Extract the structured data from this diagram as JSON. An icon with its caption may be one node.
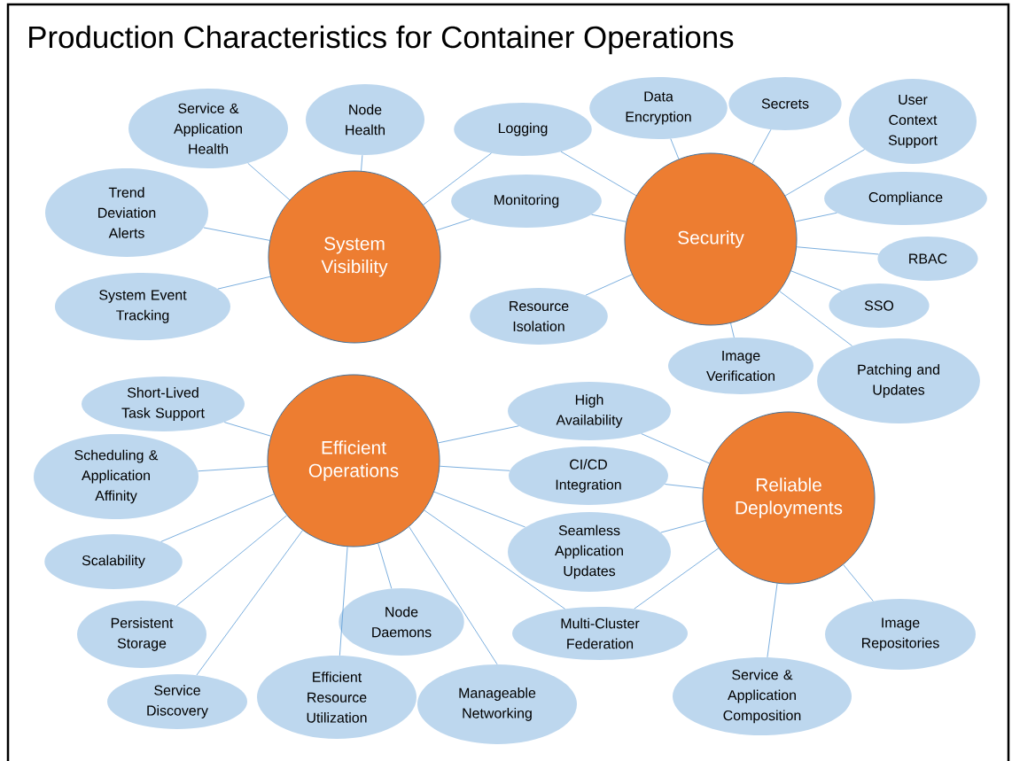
{
  "diagram": {
    "title": "Production Characteristics for Container Operations",
    "nodes": [
      {
        "text": [
          "System Visibility"
        ]
      },
      {
        "text": [
          "Service & Application Health"
        ]
      },
      {
        "text": [
          "Node Health"
        ]
      },
      {
        "text": [
          "Trend Deviation Alerts"
        ]
      },
      {
        "text": [
          "System Event Tracking"
        ]
      },
      {
        "text": [
          "Logging"
        ]
      },
      {
        "text": [
          "Monitoring"
        ]
      },
      {
        "text": [
          "Security"
        ]
      },
      {
        "text": [
          "Data Encryption"
        ]
      },
      {
        "text": [
          "Secrets"
        ]
      },
      {
        "text": [
          "User Context Support"
        ]
      },
      {
        "text": [
          "Compliance"
        ]
      },
      {
        "text": [
          "RBAC"
        ]
      },
      {
        "text": [
          "SSO"
        ]
      },
      {
        "text": [
          "Resource Isolation"
        ]
      },
      {
        "text": [
          "Image Verification"
        ]
      },
      {
        "text": [
          "Patching and Updates"
        ]
      },
      {
        "text": [
          "Efficient Operations"
        ]
      },
      {
        "text": [
          "Short-Lived Task Support"
        ]
      },
      {
        "text": [
          "Scheduling & Application Affinity"
        ]
      },
      {
        "text": [
          "Scalability"
        ]
      },
      {
        "text": [
          "Persistent Storage"
        ]
      },
      {
        "text": [
          "Service Discovery"
        ]
      },
      {
        "text": [
          "Efficient Resource Utilization"
        ]
      },
      {
        "text": [
          "Node Daemons"
        ]
      },
      {
        "text": [
          "Manageable Networking"
        ]
      },
      {
        "text": [
          "High Availability"
        ]
      },
      {
        "text": [
          "CI/CD Integration"
        ]
      },
      {
        "text": [
          "Seamless Application Updates"
        ]
      },
      {
        "text": [
          "Multi-Cluster Federation"
        ]
      },
      {
        "text": [
          "Reliable Deployments"
        ]
      },
      {
        "text": [
          "Service & Application Composition"
        ]
      },
      {
        "text": [
          "Image Repositories"
        ]
      }
    ],
    "edges": [
      {
        "from": 0,
        "to": 1,
        "arrow": "none"
      },
      {
        "from": 0,
        "to": 2,
        "arrow": "none"
      },
      {
        "from": 0,
        "to": 3,
        "arrow": "none"
      },
      {
        "from": 0,
        "to": 4,
        "arrow": "none"
      },
      {
        "from": 0,
        "to": 5,
        "arrow": "none"
      },
      {
        "from": 0,
        "to": 6,
        "arrow": "none"
      },
      {
        "from": 5,
        "to": 7,
        "arrow": "none"
      },
      {
        "from": 6,
        "to": 7,
        "arrow": "none"
      },
      {
        "from": 7,
        "to": 8,
        "arrow": "none"
      },
      {
        "from": 7,
        "to": 9,
        "arrow": "none"
      },
      {
        "from": 7,
        "to": 10,
        "arrow": "none"
      },
      {
        "from": 7,
        "to": 11,
        "arrow": "none"
      },
      {
        "from": 7,
        "to": 12,
        "arrow": "none"
      },
      {
        "from": 7,
        "to": 13,
        "arrow": "none"
      },
      {
        "from": 7,
        "to": 14,
        "arrow": "none"
      },
      {
        "from": 7,
        "to": 15,
        "arrow": "none"
      },
      {
        "from": 7,
        "to": 16,
        "arrow": "none"
      },
      {
        "from": 17,
        "to": 18,
        "arrow": "none"
      },
      {
        "from": 17,
        "to": 19,
        "arrow": "none"
      },
      {
        "from": 17,
        "to": 20,
        "arrow": "none"
      },
      {
        "from": 17,
        "to": 21,
        "arrow": "none"
      },
      {
        "from": 17,
        "to": 22,
        "arrow": "none"
      },
      {
        "from": 17,
        "to": 23,
        "arrow": "none"
      },
      {
        "from": 17,
        "to": 24,
        "arrow": "none"
      },
      {
        "from": 17,
        "to": 25,
        "arrow": "none"
      },
      {
        "from": 17,
        "to": 26,
        "arrow": "none"
      },
      {
        "from": 17,
        "to": 27,
        "arrow": "none"
      },
      {
        "from": 17,
        "to": 28,
        "arrow": "none"
      },
      {
        "from": 17,
        "to": 29,
        "arrow": "none"
      },
      {
        "from": 26,
        "to": 30,
        "arrow": "none"
      },
      {
        "from": 27,
        "to": 30,
        "arrow": "none"
      },
      {
        "from": 28,
        "to": 30,
        "arrow": "none"
      },
      {
        "from": 29,
        "to": 30,
        "arrow": "none"
      },
      {
        "from": 30,
        "to": 31,
        "arrow": "none"
      },
      {
        "from": 30,
        "to": 32,
        "arrow": "none"
      }
    ]
  }
}
